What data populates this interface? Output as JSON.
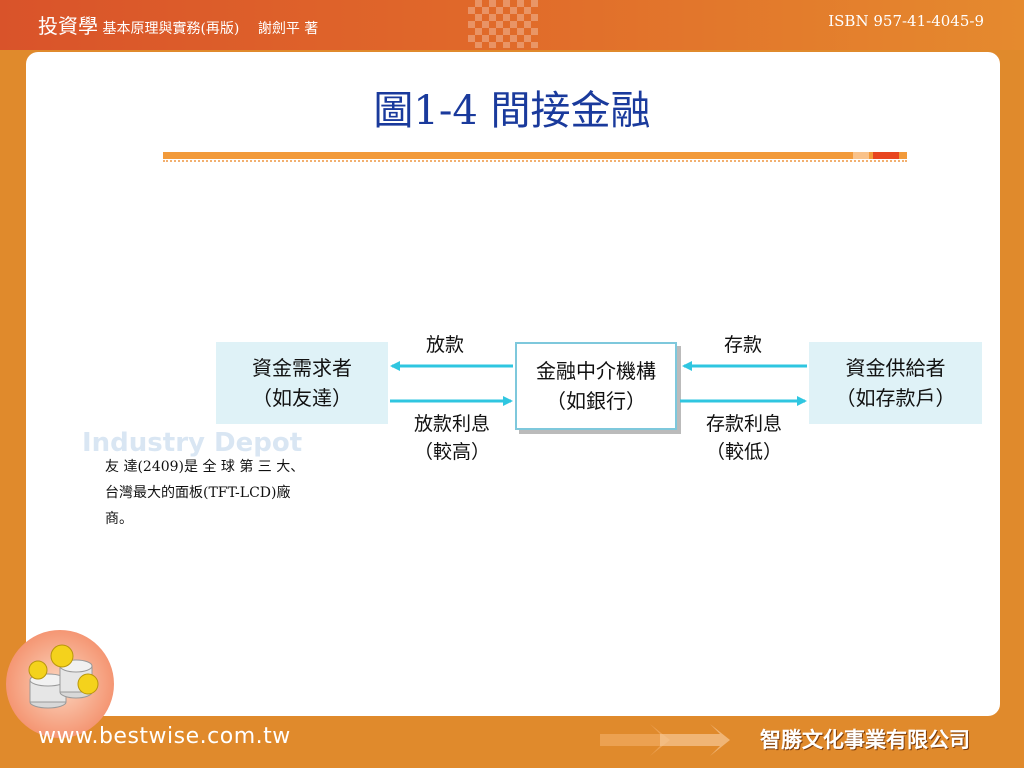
{
  "header": {
    "book_title": "投資學",
    "book_subtitle": " 基本原理與實務(再版)　 謝劍平 著",
    "isbn": "ISBN 957-41-4045-9"
  },
  "slide": {
    "title": "圖1-4 間接金融"
  },
  "diagram": {
    "left_box": {
      "line1": "資金需求者",
      "line2": "（如友達）"
    },
    "center_box": {
      "line1": "金融中介機構",
      "line2": "（如銀行）"
    },
    "right_box": {
      "line1": "資金供給者",
      "line2": "（如存款戶）"
    },
    "left_top_label": "放款",
    "left_bottom_label_1": "放款利息",
    "left_bottom_label_2": "（較高）",
    "right_top_label": "存款",
    "right_bottom_label_1": "存款利息",
    "right_bottom_label_2": "（較低）",
    "arrow_color": "#2fc6e0"
  },
  "sidebar": {
    "watermark": "Industry Depot",
    "note": "友 達(2409)是 全 球 第 三 大、台灣最大的面板(TFT-LCD)廠商。"
  },
  "footer": {
    "url": "www.bestwise.com.tw",
    "company": "智勝文化事業有限公司"
  }
}
